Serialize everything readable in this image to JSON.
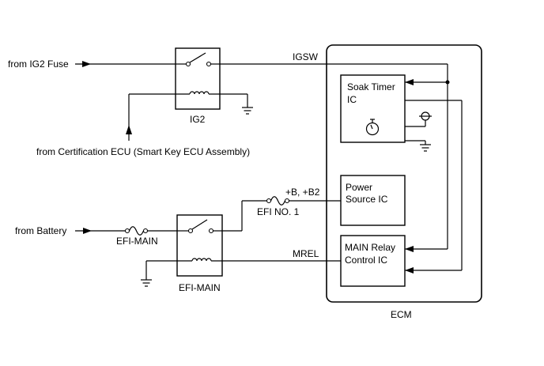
{
  "labels": {
    "from_ig2_fuse": "from IG2 Fuse",
    "from_certification_ecu": "from Certification ECU (Smart Key ECU Assembly)",
    "from_battery": "from Battery",
    "igsw": "IGSW",
    "ig2_relay": "IG2",
    "efi_main_fuse": "EFI-MAIN",
    "efi_main_relay": "EFI-MAIN",
    "efi_no1": "EFI NO. 1",
    "b_b2": "+B, +B2",
    "mrel": "MREL",
    "ecm": "ECM",
    "soak_timer_line1": "Soak Timer",
    "soak_timer_line2": "IC",
    "power_source_line1": "Power",
    "power_source_line2": "Source IC",
    "main_relay_line1": "MAIN Relay",
    "main_relay_line2": "Control IC"
  },
  "icons": [
    "arrow-right-icon",
    "arrow-up-icon",
    "ground-icon",
    "relay-switch-icon",
    "relay-coil-icon",
    "fuse-icon",
    "timer-icon",
    "power-supply-icon"
  ]
}
